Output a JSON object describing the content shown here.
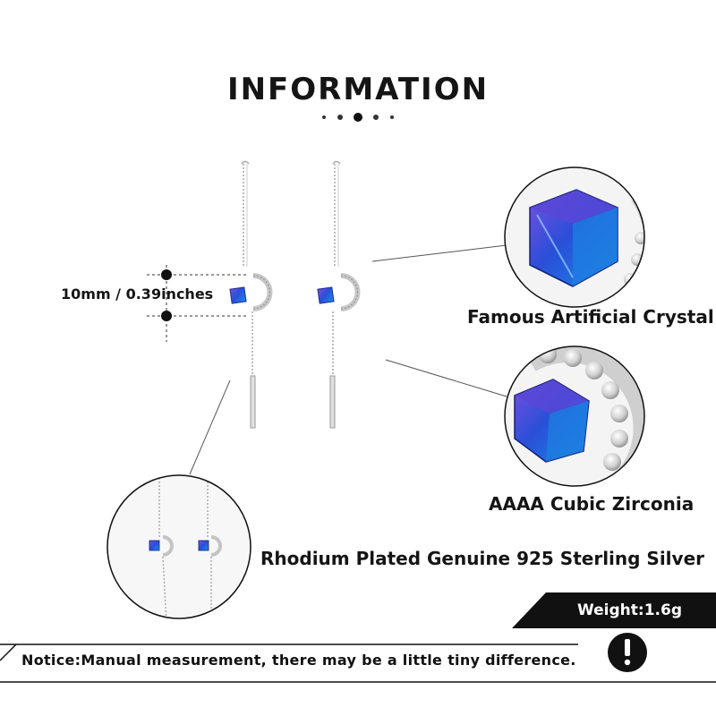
{
  "title": "INFORMATION",
  "features": {
    "crystal": "Famous Artificial Crystal",
    "zirconia": "AAAA Cubic Zirconia",
    "silver": "Rhodium Plated Genuine 925 Sterling Silver"
  },
  "size_label": "10mm / 0.39inches",
  "weight": "Weight:1.6g",
  "notice": "Notice:Manual measurement, there may be a little tiny difference.",
  "notice_icon": "!",
  "colors": {
    "crystal_blue": "#2a4fd8",
    "crystal_violet": "#6a3bd0",
    "silver": "#b8b8b8",
    "dark": "#151515"
  }
}
